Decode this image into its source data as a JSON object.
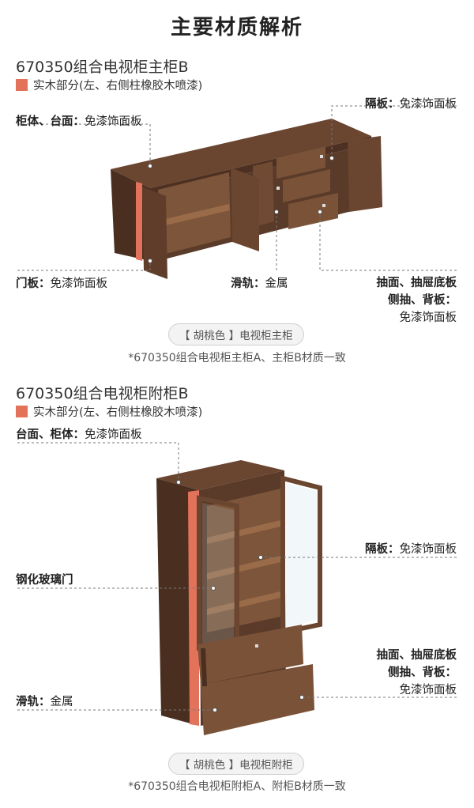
{
  "page_title": "主要材质解析",
  "colors": {
    "accent": "#e2735a",
    "wood_dark": "#5a3a28",
    "wood_mid": "#7a5238"
  },
  "main_cabinet": {
    "model": "670350组合电视柜主柜B",
    "legend": "实木部分(左、右侧柱橡胶木喷漆)",
    "labels": {
      "body_top_key": "柜体、台面：",
      "body_top_val": "免漆饰面板",
      "shelf_key": "隔板：",
      "shelf_val": "免漆饰面板",
      "door_key": "门板：",
      "door_val": "免漆饰面板",
      "rail_key": "滑轨：",
      "rail_val": "金属",
      "drawer_line1": "抽面、抽屉底板",
      "drawer_line2": "侧抽、背板：",
      "drawer_val": "免漆饰面板"
    },
    "caption": "【 胡桃色 】电视柜主柜",
    "note": "*670350组合电视柜主柜A、主柜B材质一致"
  },
  "side_cabinet": {
    "model": "670350组合电视柜附柜B",
    "legend": "实木部分(左、右侧柱橡胶木喷漆)",
    "labels": {
      "top_body_key": "台面、柜体：",
      "top_body_val": "免漆饰面板",
      "shelf_key": "隔板：",
      "shelf_val": "免漆饰面板",
      "glass_door": "钢化玻璃门",
      "drawer_line1": "抽面、抽屉底板",
      "drawer_line2": "侧抽、背板：",
      "drawer_val": "免漆饰面板",
      "rail_key": "滑轨：",
      "rail_val": "金属"
    },
    "caption": "【 胡桃色 】电视柜附柜",
    "note": "*670350组合电视柜附柜A、附柜B材质一致"
  }
}
